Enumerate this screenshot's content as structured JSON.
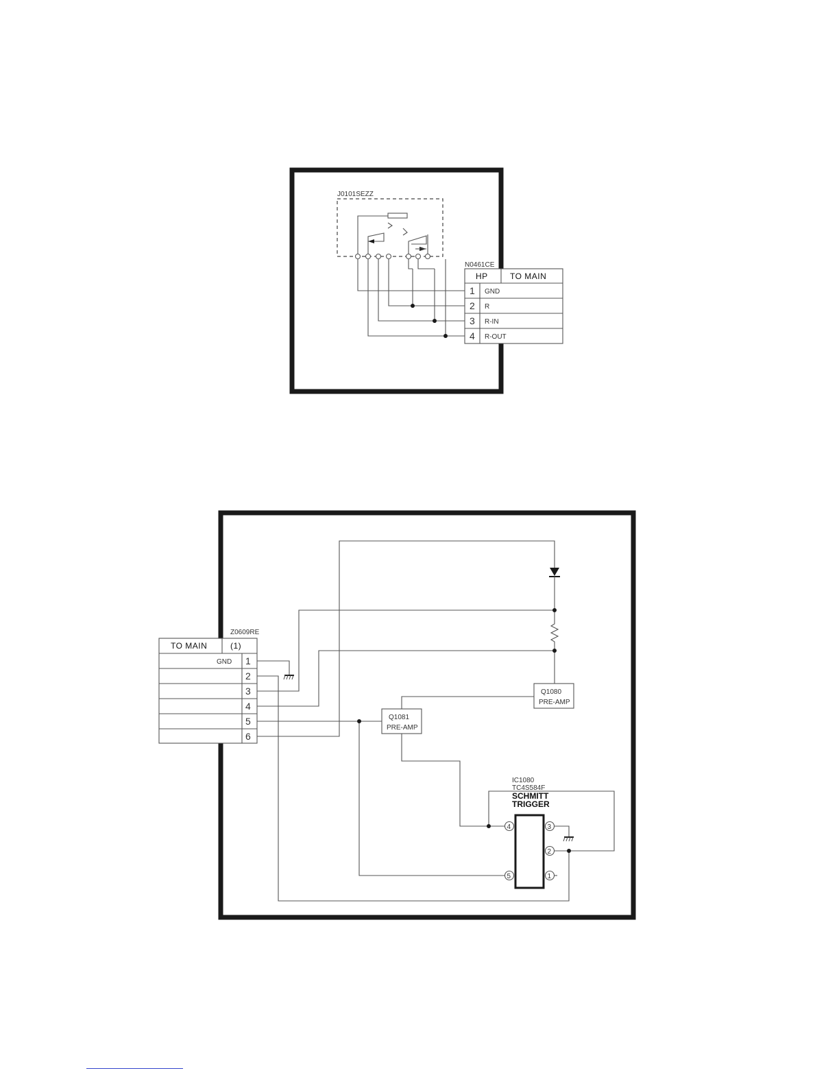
{
  "headphone_board": {
    "jack_part": "J0101SEZZ",
    "connector_part": "N0461CE",
    "header_left": "HP",
    "header_right": "TO MAIN",
    "pins": [
      {
        "num": "1",
        "signal": "GND"
      },
      {
        "num": "2",
        "signal": "R"
      },
      {
        "num": "3",
        "signal": "R-IN"
      },
      {
        "num": "4",
        "signal": "R-OUT"
      }
    ]
  },
  "sensor_board": {
    "connector_part": "Z0609RE",
    "header_left": "TO MAIN",
    "header_right": "(1)",
    "gnd_label": "GND",
    "pins": [
      "1",
      "2",
      "3",
      "4",
      "5",
      "6"
    ],
    "q1080": {
      "ref": "Q1080",
      "role": "PRE-AMP"
    },
    "q1081": {
      "ref": "Q1081",
      "role": "PRE-AMP"
    },
    "ic": {
      "ref": "IC1080",
      "part": "TC4S584F",
      "title_line1": "SCHMITT",
      "title_line2": "TRIGGER",
      "pins": [
        "4",
        "3",
        "2",
        "5",
        "1"
      ]
    }
  },
  "colors": {
    "frame": "#1a1a1a",
    "wire": "#555555",
    "footer_line": "#3344cc"
  }
}
